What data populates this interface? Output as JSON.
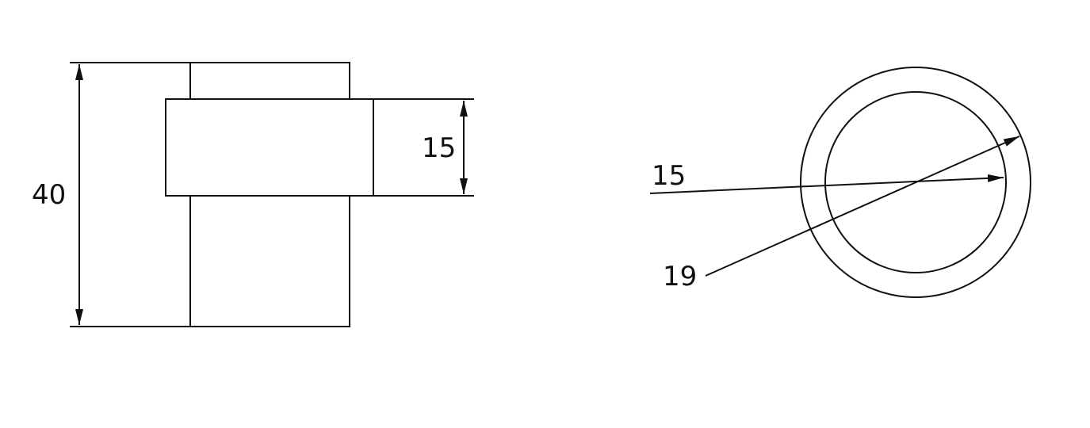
{
  "colors": {
    "background": "#ffffff",
    "line": "#111111"
  },
  "front_view": {
    "height_dimension": "40",
    "band_dimension": "15"
  },
  "end_view": {
    "inner_diameter_label": "15",
    "outer_diameter_label": "19"
  }
}
